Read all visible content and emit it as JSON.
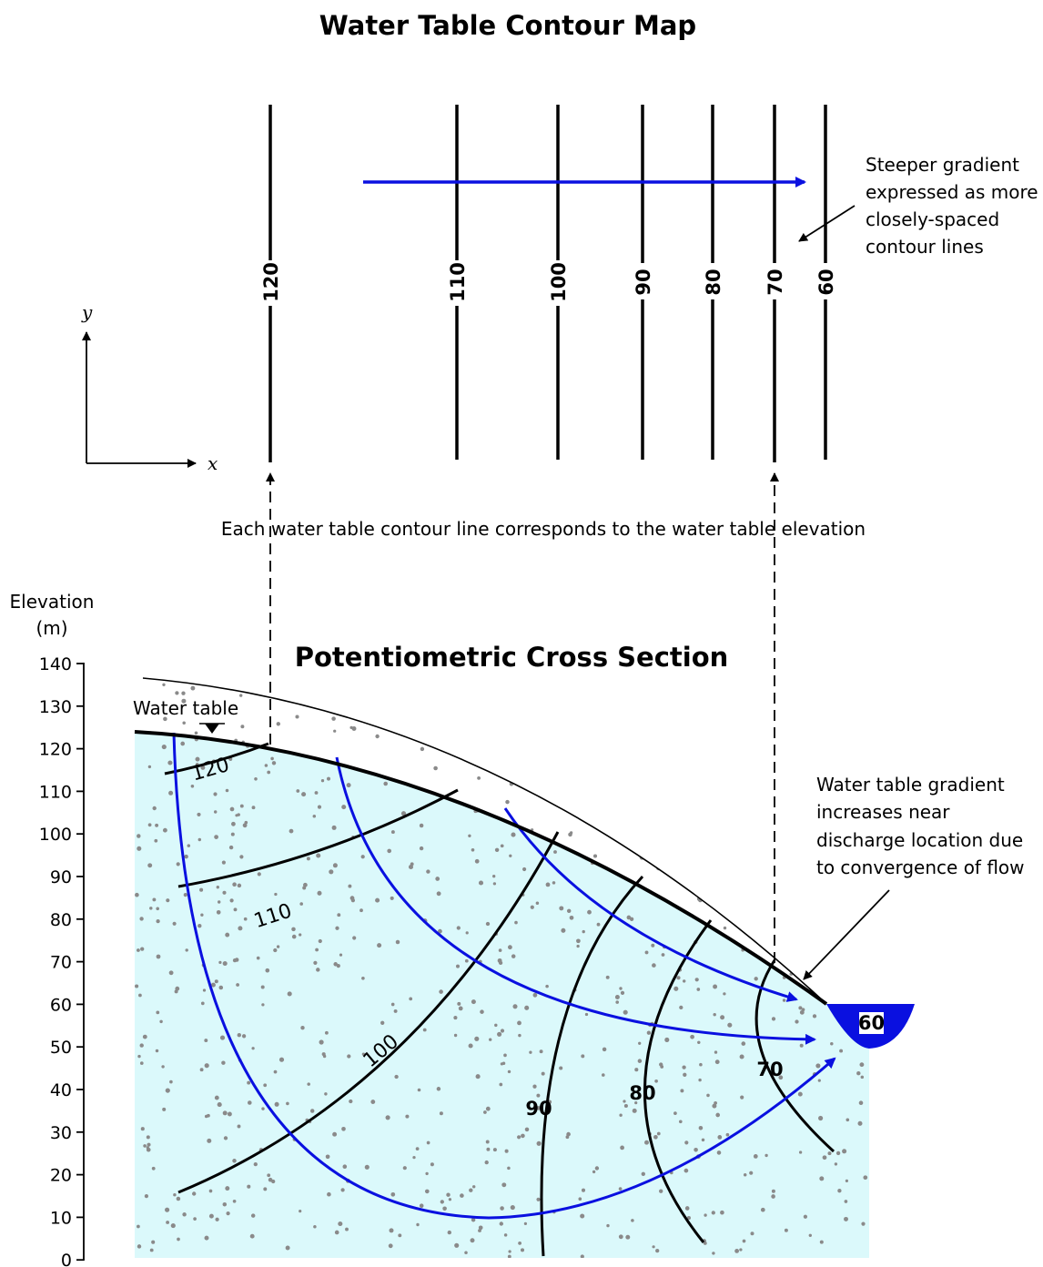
{
  "map": {
    "title": "Water Table Contour Map",
    "contour_labels": [
      "120",
      "110",
      "100",
      "90",
      "80",
      "70",
      "60"
    ],
    "axis_x_label": "x",
    "axis_y_label": "y",
    "gradient_note": [
      "Steeper gradient",
      "expressed as more",
      "closely-spaced",
      "contour lines"
    ],
    "correspondence_note": "Each water table contour line corresponds to the water table elevation"
  },
  "section": {
    "title": "Potentiometric Cross Section",
    "elevation_label_line1": "Elevation",
    "elevation_label_line2": "(m)",
    "elevation_ticks": [
      "140",
      "130",
      "120",
      "110",
      "100",
      "90",
      "80",
      "70",
      "60",
      "50",
      "40",
      "30",
      "20",
      "10",
      "0"
    ],
    "water_table_label": "Water table",
    "contour_labels": [
      "120",
      "110",
      "100",
      "90",
      "80",
      "70"
    ],
    "stream_label": "60",
    "gradient_note": [
      "Water table gradient",
      "increases near",
      "discharge location due",
      "to convergence of flow"
    ]
  },
  "colors": {
    "aquifer_fill": "#dbf9fb",
    "flow_line": "#0a10e0",
    "contour": "#000000",
    "grain": "#8a8a8a"
  }
}
